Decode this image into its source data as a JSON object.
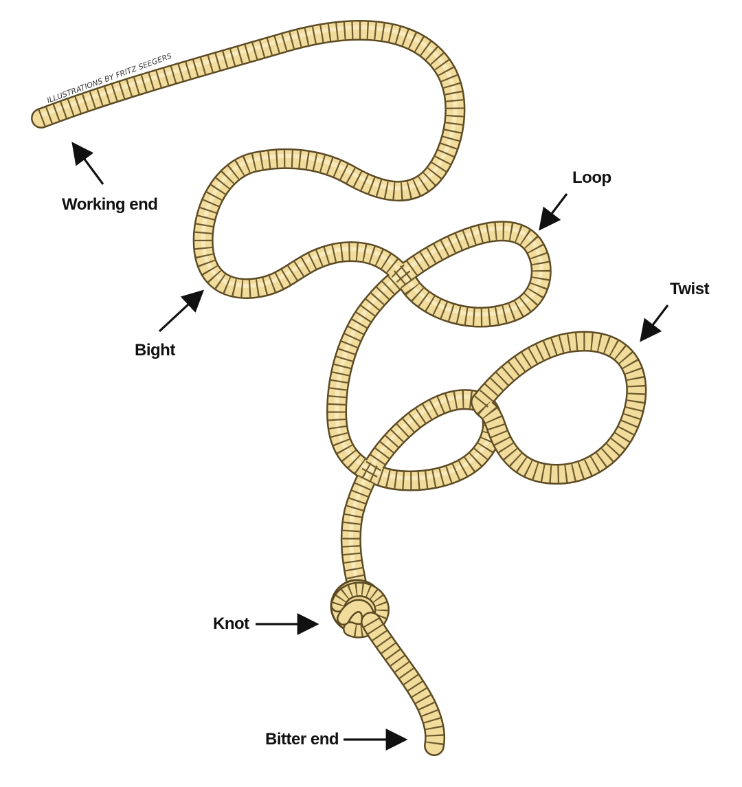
{
  "credit": "ILLUSTRATIONS BY FRITZ SEEGERS",
  "labels": {
    "working_end": "Working end",
    "loop": "Loop",
    "bight": "Bight",
    "twist": "Twist",
    "knot": "Knot",
    "bitter_end": "Bitter end"
  },
  "colors": {
    "rope": "#f1dc9c",
    "rope_outline": "#5c4a23",
    "strand": "#6d5a2e",
    "label": "#111111"
  }
}
